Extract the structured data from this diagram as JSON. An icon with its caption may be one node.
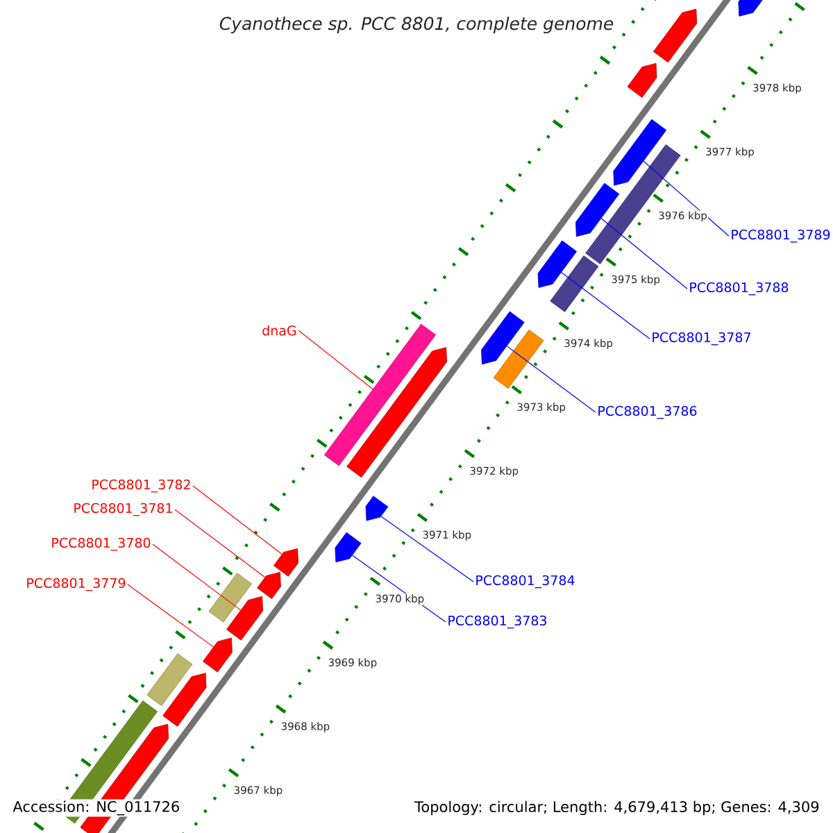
{
  "diagram": {
    "title": "Cyanothece sp. PCC 8801, complete genome",
    "nodes": [
      {
        "text": [
          "PCC8801_3789"
        ]
      },
      {
        "text": [
          "PCC8801_3788"
        ]
      },
      {
        "text": [
          "PCC8801_3787"
        ]
      },
      {
        "text": [
          "dnaG"
        ]
      },
      {
        "text": [
          "PCC8801_3786"
        ]
      },
      {
        "text": [
          "PCC8801_3782"
        ]
      },
      {
        "text": [
          "PCC8801_3781"
        ]
      },
      {
        "text": [
          "PCC8801_3780"
        ]
      },
      {
        "text": [
          "PCC8801_3784"
        ]
      },
      {
        "text": [
          "PCC8801_3779"
        ]
      },
      {
        "text": [
          "PCC8801_3783"
        ]
      },
      {
        "text": [],
        "shape": "pentagon"
      },
      {
        "text": [],
        "shape": "pentagon"
      },
      {
        "text": [],
        "shape": "pentagon"
      },
      {
        "text": [],
        "shape": "pentagon"
      },
      {
        "text": [],
        "shape": "bar"
      },
      {
        "text": [],
        "shape": "pentagon"
      },
      {
        "text": [],
        "shape": "bar"
      },
      {
        "text": [],
        "shape": "pentagon"
      },
      {
        "text": [],
        "shape": "pentagon"
      },
      {
        "text": [],
        "shape": "bar"
      },
      {
        "text": [],
        "shape": "bar"
      },
      {
        "text": [],
        "shape": "pentagon"
      },
      {
        "text": [],
        "shape": "pentagon"
      },
      {
        "text": [],
        "shape": "pentagon"
      },
      {
        "text": [],
        "shape": "pentagon"
      },
      {
        "text": [],
        "shape": "pentagon"
      },
      {
        "text": [],
        "shape": "bar"
      },
      {
        "text": [],
        "shape": "pentagon"
      },
      {
        "text": [],
        "shape": "pentagon"
      },
      {
        "text": [],
        "shape": "bar"
      },
      {
        "text": [],
        "shape": "pentagon"
      },
      {
        "text": [],
        "shape": "bar"
      },
      {
        "text": [],
        "shape": "pentagon"
      }
    ],
    "edges": [
      {
        "from": 0,
        "to": 14,
        "arrow": "none"
      },
      {
        "from": 1,
        "to": 16,
        "arrow": "none"
      },
      {
        "from": 2,
        "to": 18,
        "arrow": "none"
      },
      {
        "from": 3,
        "to": 21,
        "arrow": "none",
        "color": "#ff0000"
      },
      {
        "from": 4,
        "to": 19,
        "arrow": "none"
      },
      {
        "from": 5,
        "to": 25,
        "arrow": "none",
        "color": "#ff0000"
      },
      {
        "from": 6,
        "to": 26,
        "arrow": "none",
        "color": "#ff0000"
      },
      {
        "from": 7,
        "to": 28,
        "arrow": "none",
        "color": "#ff0000"
      },
      {
        "from": 8,
        "to": 23,
        "arrow": "none"
      },
      {
        "from": 9,
        "to": 29,
        "arrow": "none",
        "color": "#ff0000"
      },
      {
        "from": 10,
        "to": 24,
        "arrow": "none"
      }
    ],
    "labels": [
      "3978 kbp",
      "3977 kbp",
      "3976 kbp",
      "3975 kbp",
      "3974 kbp",
      "3973 kbp",
      "3972 kbp",
      "3971 kbp",
      "3970 kbp",
      "3969 kbp",
      "3968 kbp",
      "3967 kbp",
      "Accession: NC_011726",
      "Topology: circular; Length: 4,679,413 bp; Genes: 4,309"
    ]
  }
}
